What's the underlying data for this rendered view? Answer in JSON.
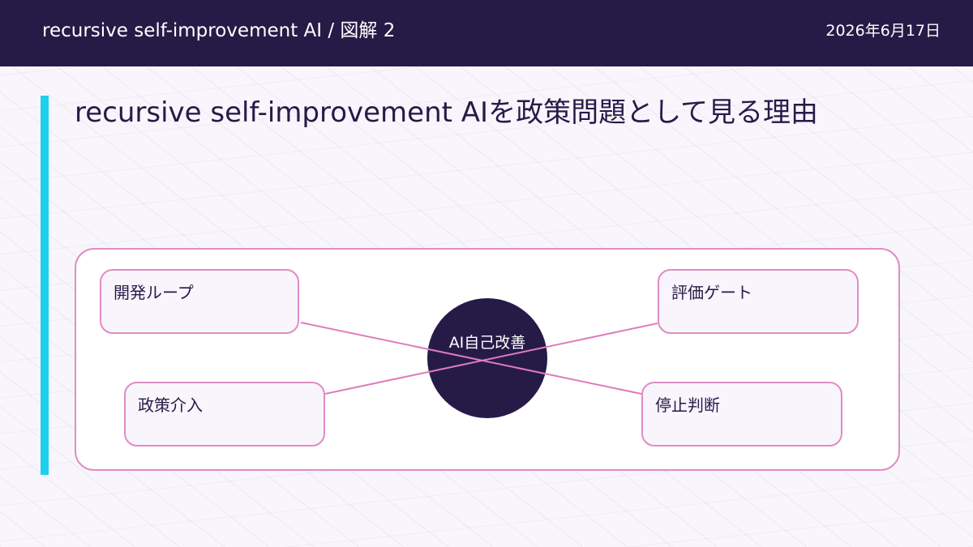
{
  "header": {
    "title": "recursive self-improvement AI / 図解 2",
    "date": "2026年6月17日"
  },
  "page": {
    "title": "recursive self-improvement AIを政策問題として見る理由"
  },
  "diagram": {
    "center": "AI自己改善",
    "nodes": [
      {
        "id": "n1",
        "label": "開発ループ"
      },
      {
        "id": "n2",
        "label": "評価ゲート"
      },
      {
        "id": "n3",
        "label": "政策介入"
      },
      {
        "id": "n4",
        "label": "停止判断"
      }
    ],
    "colors": {
      "accent": "#1ed0ee",
      "dark": "#261b47",
      "line": "#e07cbc"
    }
  }
}
